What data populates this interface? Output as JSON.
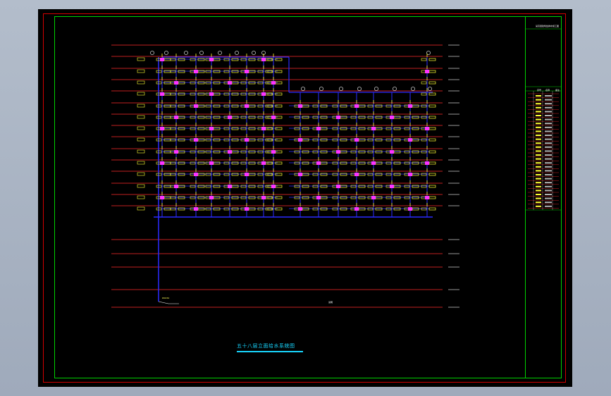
{
  "drawing": {
    "title": "五十八层立面给水系统图",
    "drain_label": "DN150",
    "note": "说明"
  },
  "title_block": {
    "project_name": "某高层建筑给排水施工图",
    "legend_headers": [
      "序号",
      "名称",
      "备注"
    ]
  },
  "colors": {
    "background": "#000000",
    "border_outer": "#d40000",
    "border_inner": "#00d200",
    "floor_line": "#ff2a2a",
    "pipe": "#2b2bff",
    "fixture": "#ffff33",
    "branch": "#ff33ff",
    "text": "#ffffff",
    "title": "#18d6ff"
  }
}
